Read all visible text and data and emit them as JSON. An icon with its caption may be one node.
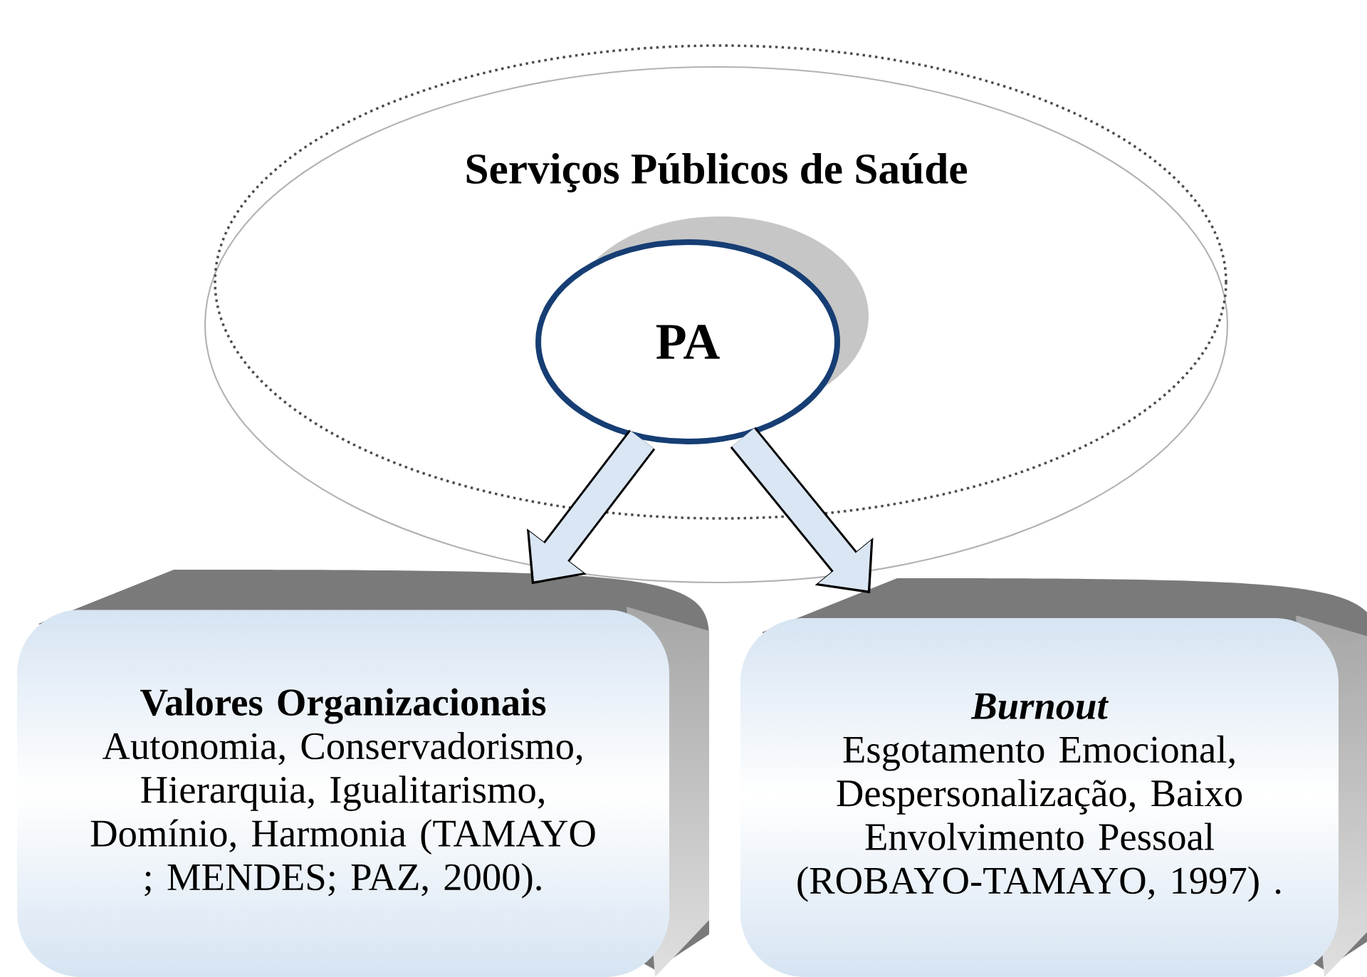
{
  "diagram": {
    "nodes": [
      {
        "text": [
          "Serviços Públicos de Saúde"
        ]
      },
      {
        "text": [
          "PA"
        ],
        "in": 0
      },
      {
        "text": [
          "Valores Organizacionais",
          "Autonomia, Conservadorismo, Hierarquia, Igualitarismo, Domínio, Harmonia (TAMAYO ; MENDES; PAZ, 2000)."
        ]
      },
      {
        "text": [
          "Burnout",
          "Esgotamento Emocional, Despersonalização, Baixo Envolvimento Pessoal (ROBAYO-TAMAYO, 1997) ."
        ]
      }
    ],
    "edges": [
      {
        "from": 1,
        "to": 2,
        "arrow": "to"
      },
      {
        "from": 1,
        "to": 3,
        "arrow": "to"
      }
    ]
  }
}
